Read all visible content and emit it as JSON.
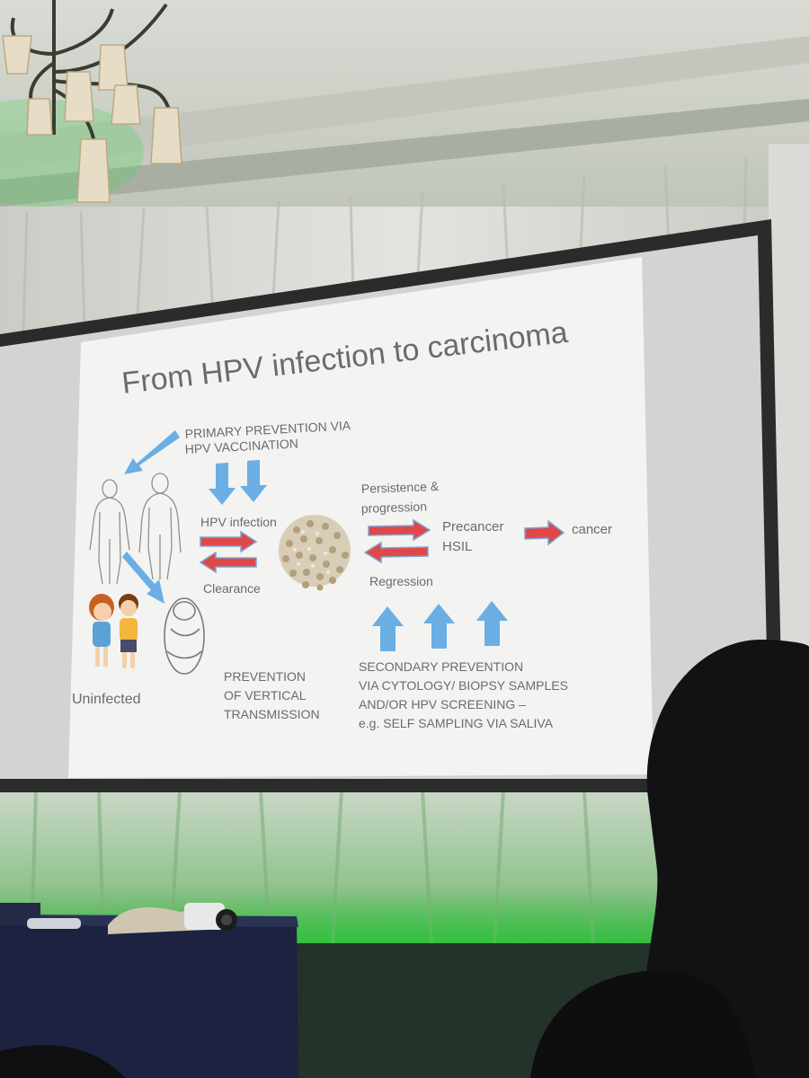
{
  "slide": {
    "title": "From HPV infection to carcinoma",
    "primary_prevention_line1": "PRIMARY PREVENTION VIA",
    "primary_prevention_line2": "HPV VACCINATION",
    "hpv_infection": "HPV infection",
    "clearance": "Clearance",
    "persistence_line1": "Persistence &",
    "persistence_line2": "progression",
    "regression": "Regression",
    "precancer_line1": "Precancer",
    "precancer_line2": "HSIL",
    "cancer": "cancer",
    "uninfected": "Uninfected",
    "vertical_line1": "PREVENTION",
    "vertical_line2": "OF VERTICAL",
    "vertical_line3": "TRANSMISSION",
    "secondary_line1": "SECONDARY PREVENTION",
    "secondary_line2": "VIA CYTOLOGY/ BIOPSY SAMPLES",
    "secondary_line3": "AND/OR HPV SCREENING –",
    "secondary_line4": "e.g. SELF SAMPLING VIA SALIVA"
  },
  "colors": {
    "blue_arrow": "#6aaee3",
    "red_arrow": "#e04848",
    "slide_bg": "#f3f3f1",
    "text": "#6b6b6b",
    "stage_green": "#3fd64a"
  }
}
